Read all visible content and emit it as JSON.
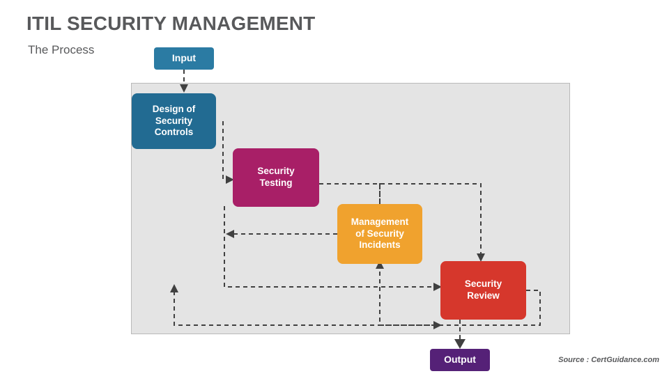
{
  "header": {
    "title": "ITIL SECURITY MANAGEMENT",
    "subtitle": "The Process"
  },
  "footer": {
    "source": "Source : CertGuidance.com"
  },
  "diagram": {
    "type": "flow",
    "nodes": [
      {
        "id": "input",
        "label": "Input",
        "color": "#2b7ba3"
      },
      {
        "id": "design",
        "label": "Design of\nSecurity\nControls",
        "color": "#226b92"
      },
      {
        "id": "testing",
        "label": "Security\nTesting",
        "color": "#a81f67"
      },
      {
        "id": "incidents",
        "label": "Management\nof Security\nIncidents",
        "color": "#f0a22e"
      },
      {
        "id": "review",
        "label": "Security\nReview",
        "color": "#d6372c"
      },
      {
        "id": "output",
        "label": "Output",
        "color": "#552177"
      }
    ],
    "connector_style": "dashed",
    "connector_color": "#404040",
    "panel_color": "#e4e4e4"
  }
}
